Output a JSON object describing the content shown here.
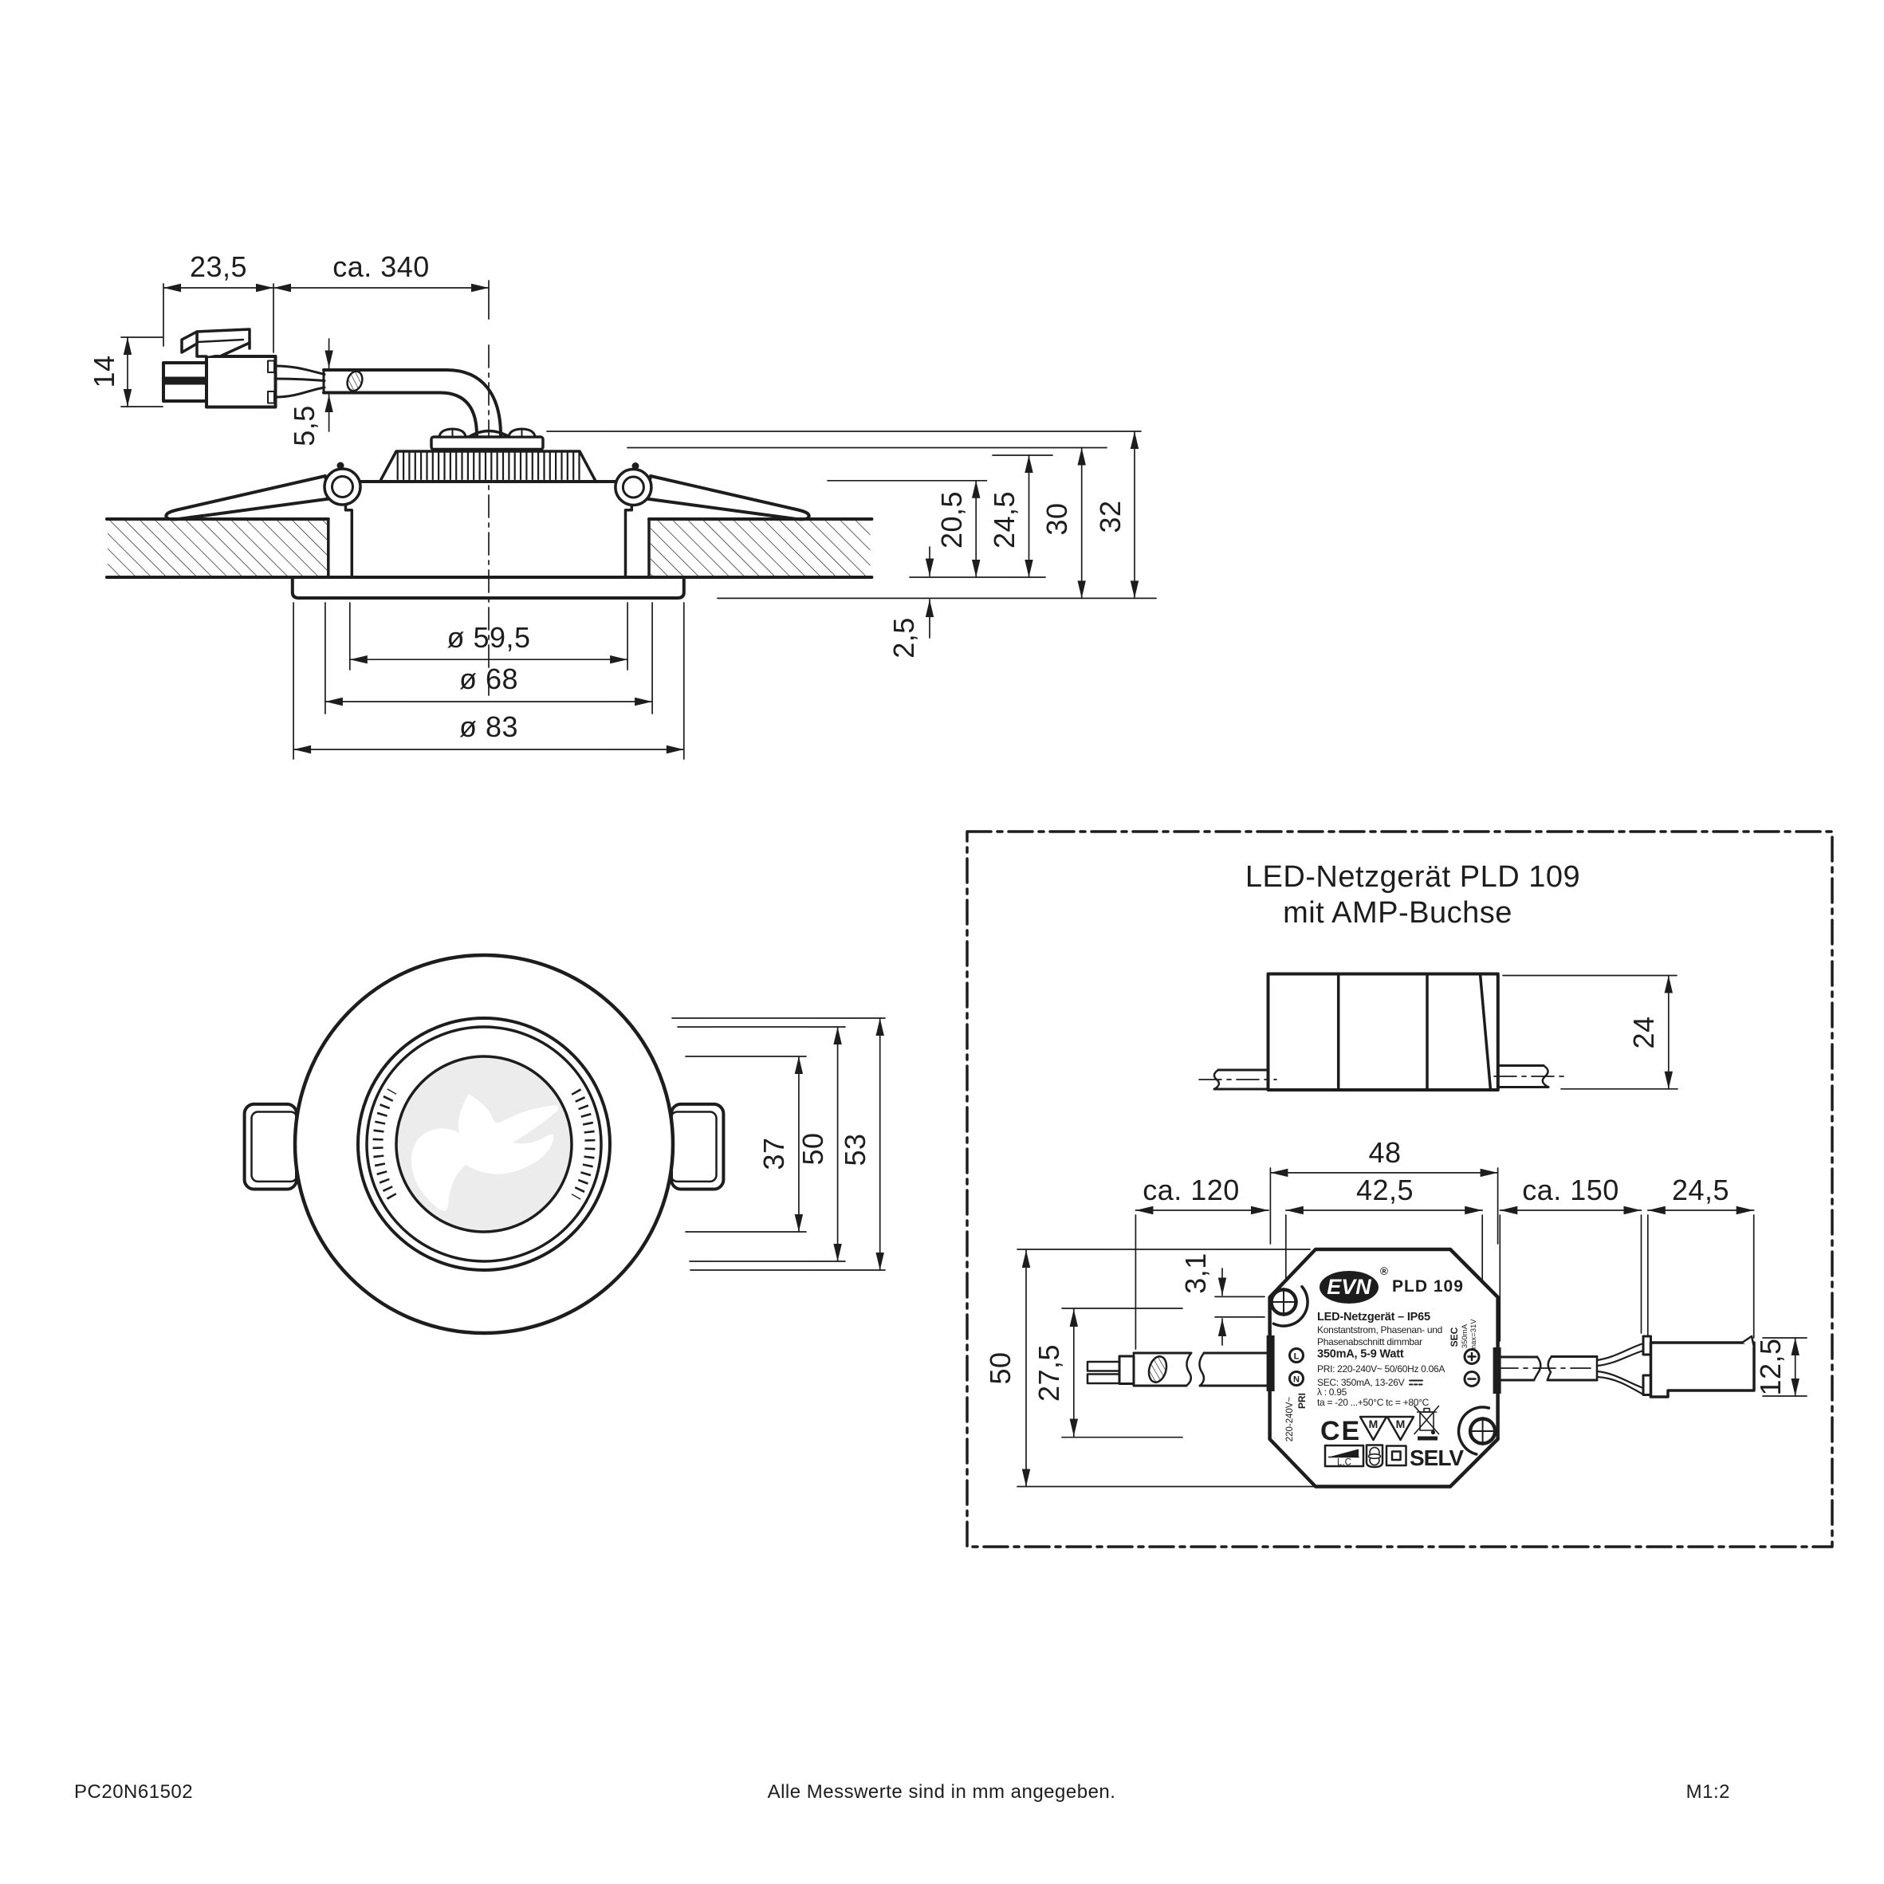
{
  "colors": {
    "ink": "#1d1d1d",
    "lens_fill": "#ececec",
    "lens_highlight": "#ffffff",
    "background": "#ffffff"
  },
  "footer": {
    "doc_number": "PC20N61502",
    "note": "Alle Messwerte sind in mm angegeben.",
    "scale_label": "M1:2"
  },
  "section_view": {
    "dims": {
      "plug_length": "23,5",
      "cable_length": "ca. 340",
      "plug_height": "14",
      "cable_dia": "5,5",
      "recess_depth": "20,5",
      "height_24_5": "24,5",
      "height_30": "30",
      "height_32": "32",
      "bezel_gap": "2,5",
      "dia_glass": "ø 59,5",
      "dia_cutout": "ø 68",
      "dia_trim": "ø 83"
    }
  },
  "front_view": {
    "dims": {
      "dia_lens": "37",
      "dia_ring": "50",
      "dia_trim_ring": "53"
    }
  },
  "driver_panel": {
    "title_line1": "LED-Netzgerät PLD 109",
    "title_line2": "mit AMP-Buchse",
    "side_view": {
      "height": "24"
    },
    "top_view": {
      "dims": {
        "width_total": "48",
        "width_body": "42,5",
        "cable_in": "ca. 120",
        "cable_out": "ca. 150",
        "plug_length": "24,5",
        "gland_offset": "3,1",
        "wire_spread": "27,5",
        "height_total": "50",
        "plug_height": "12,5"
      }
    },
    "label": {
      "brand": "EVN",
      "registered": "®",
      "model": "PLD 109",
      "title": "LED-Netzgerät  –  IP65",
      "line1": "Konstantstrom, Phasenan- und",
      "line2": "Phasenabschnitt dimmbar",
      "line3": "350mA, 5-9 Watt",
      "line4": "PRI: 220-240V~  50/60Hz 0.06A",
      "line5": "SEC: 350mA, 13-26V",
      "line6": "λ : 0.95",
      "line7": "ta = -20 ...+50°C  tc = +80°C",
      "terminal_l": "L",
      "terminal_n": "N",
      "terminal_plus": "+",
      "terminal_minus": "−",
      "pri": "PRI",
      "pri_voltage": "220-240V~",
      "sec": "SEC",
      "sec_current": "350mA",
      "sec_umax": "Umax=31V",
      "ce_mark": "CE",
      "selv": "SELV",
      "dimmer_load": "L,C",
      "enec_m": "M"
    }
  }
}
